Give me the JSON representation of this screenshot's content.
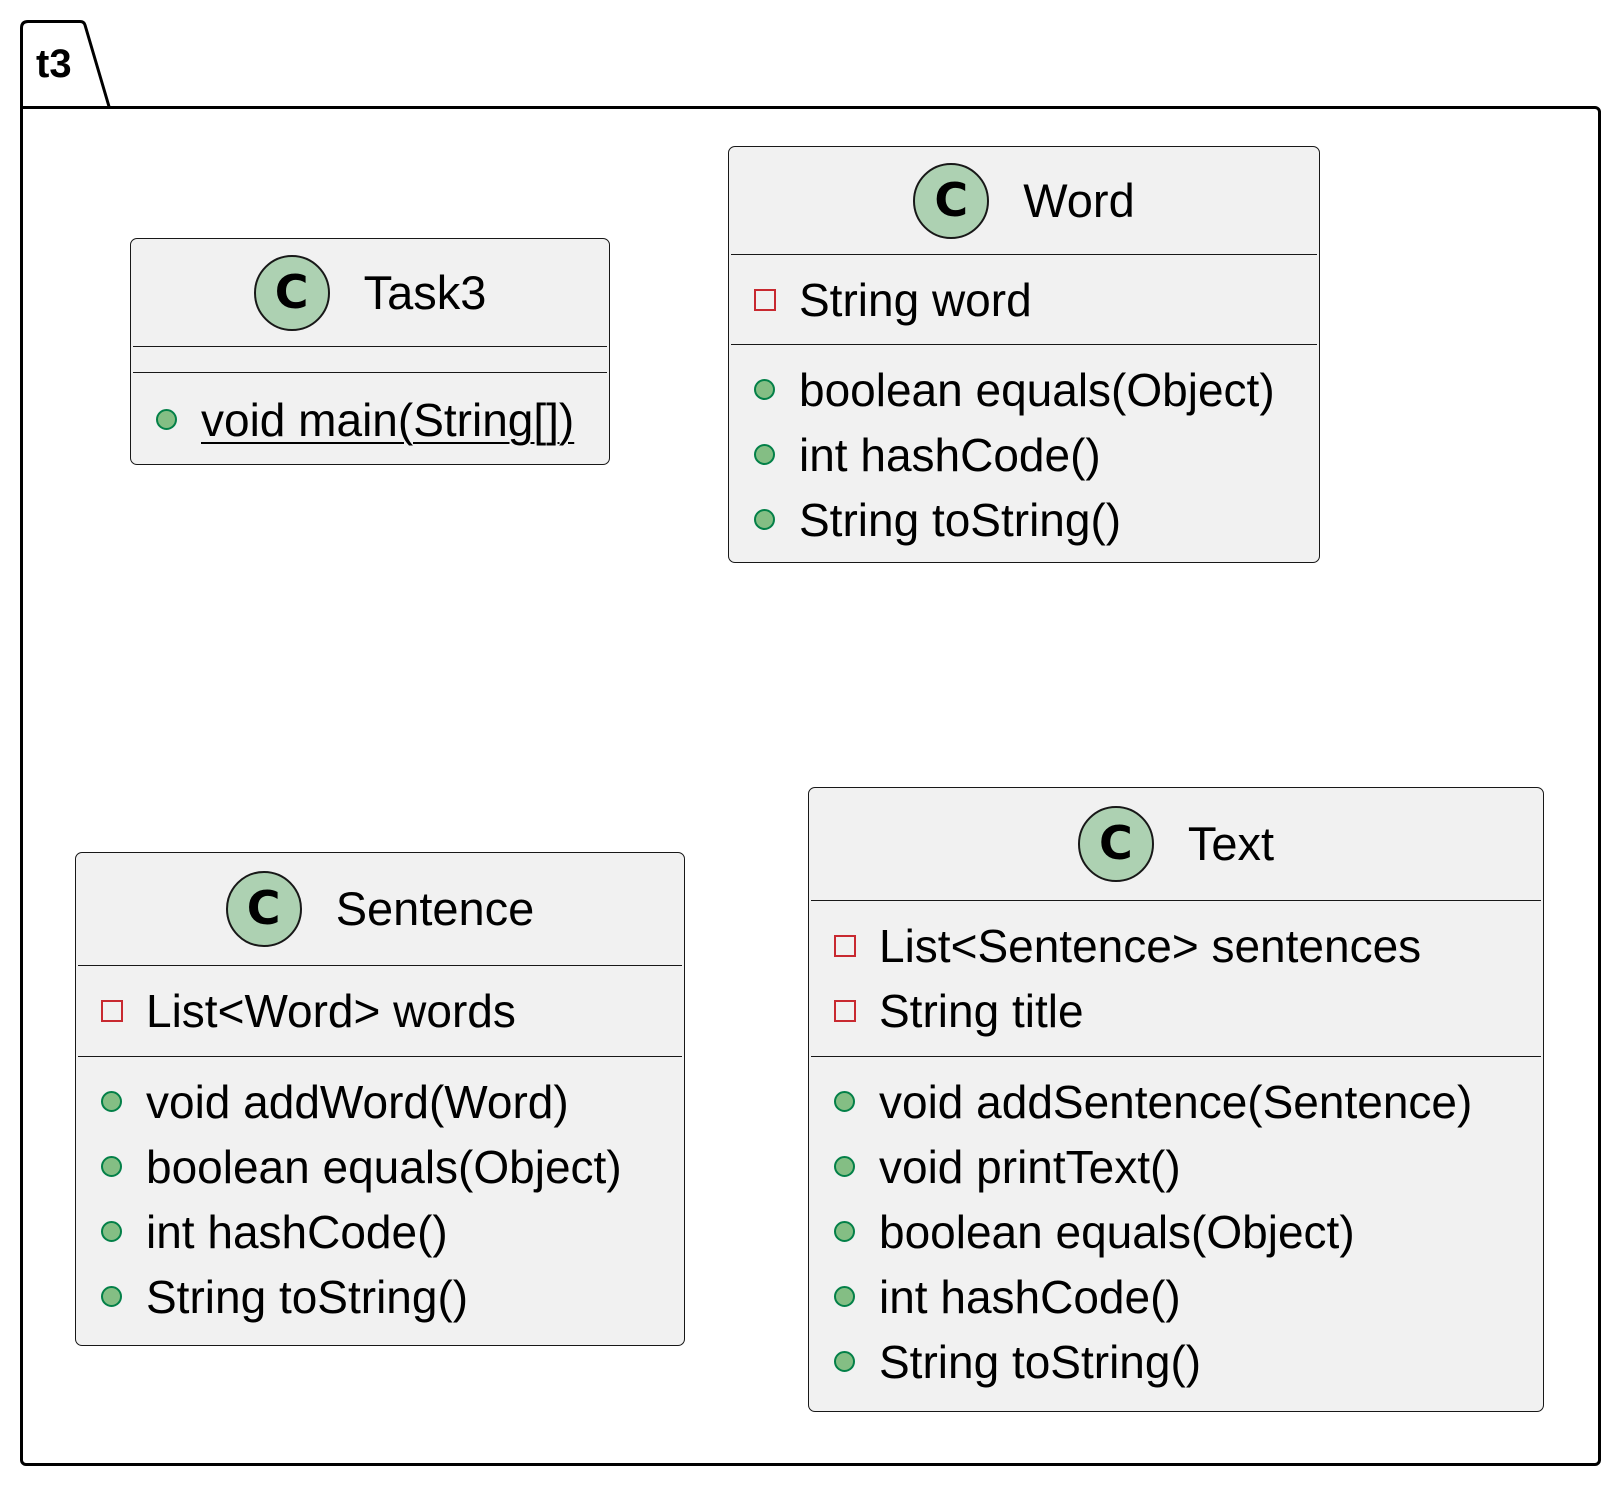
{
  "package": {
    "name": "t3"
  },
  "classes": {
    "task3": {
      "name": "Task3",
      "stereotype_letter": "C",
      "fields": [],
      "methods": [
        {
          "visibility": "public",
          "text": "void main(String[])",
          "static": true
        }
      ]
    },
    "word": {
      "name": "Word",
      "stereotype_letter": "C",
      "fields": [
        {
          "visibility": "private",
          "text": "String word"
        }
      ],
      "methods": [
        {
          "visibility": "public",
          "text": "boolean equals(Object)"
        },
        {
          "visibility": "public",
          "text": "int hashCode()"
        },
        {
          "visibility": "public",
          "text": "String toString()"
        }
      ]
    },
    "sentence": {
      "name": "Sentence",
      "stereotype_letter": "C",
      "fields": [
        {
          "visibility": "private",
          "text": "List<Word> words"
        }
      ],
      "methods": [
        {
          "visibility": "public",
          "text": "void addWord(Word)"
        },
        {
          "visibility": "public",
          "text": "boolean equals(Object)"
        },
        {
          "visibility": "public",
          "text": "int hashCode()"
        },
        {
          "visibility": "public",
          "text": "String toString()"
        }
      ]
    },
    "text": {
      "name": "Text",
      "stereotype_letter": "C",
      "fields": [
        {
          "visibility": "private",
          "text": "List<Sentence> sentences"
        },
        {
          "visibility": "private",
          "text": "String title"
        }
      ],
      "methods": [
        {
          "visibility": "public",
          "text": "void addSentence(Sentence)"
        },
        {
          "visibility": "public",
          "text": "void printText()"
        },
        {
          "visibility": "public",
          "text": "boolean equals(Object)"
        },
        {
          "visibility": "public",
          "text": "int hashCode()"
        },
        {
          "visibility": "public",
          "text": "String toString()"
        }
      ]
    }
  },
  "colors": {
    "class_fill": "#f1f1f1",
    "class_border": "#181818",
    "stereotype_circle": "#add1b2",
    "public_fill": "#84be84",
    "public_border": "#038048",
    "private_border": "#c82930"
  }
}
